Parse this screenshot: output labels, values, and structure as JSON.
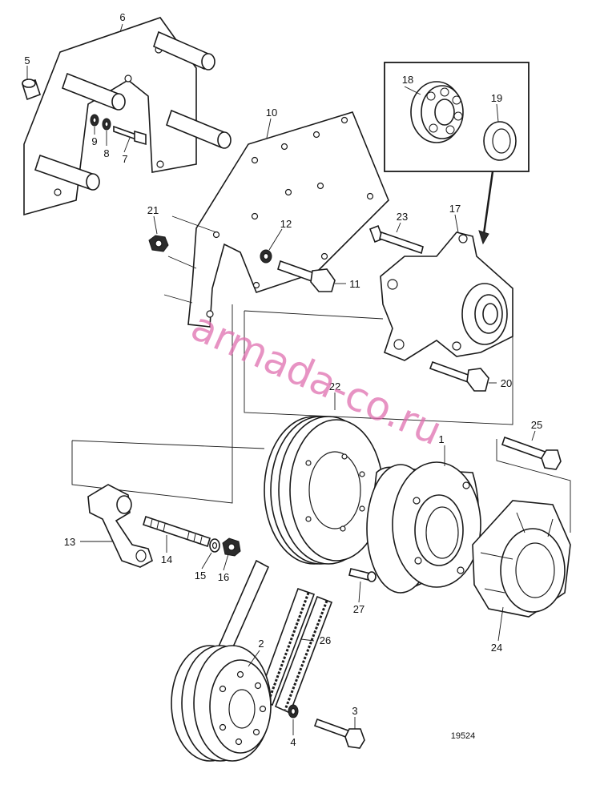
{
  "diagram": {
    "drawing_number": "19524",
    "watermark_text": "armada-co.ru",
    "callouts": [
      {
        "id": "1",
        "label": "1"
      },
      {
        "id": "2",
        "label": "2"
      },
      {
        "id": "3",
        "label": "3"
      },
      {
        "id": "4",
        "label": "4"
      },
      {
        "id": "5",
        "label": "5"
      },
      {
        "id": "6",
        "label": "6"
      },
      {
        "id": "7",
        "label": "7"
      },
      {
        "id": "8",
        "label": "8"
      },
      {
        "id": "9",
        "label": "9"
      },
      {
        "id": "10",
        "label": "10"
      },
      {
        "id": "11",
        "label": "11"
      },
      {
        "id": "12",
        "label": "12"
      },
      {
        "id": "13",
        "label": "13"
      },
      {
        "id": "14",
        "label": "14"
      },
      {
        "id": "15",
        "label": "15"
      },
      {
        "id": "16",
        "label": "16"
      },
      {
        "id": "17",
        "label": "17"
      },
      {
        "id": "18",
        "label": "18"
      },
      {
        "id": "19",
        "label": "19"
      },
      {
        "id": "20",
        "label": "20"
      },
      {
        "id": "21",
        "label": "21"
      },
      {
        "id": "22",
        "label": "22"
      },
      {
        "id": "23",
        "label": "23"
      },
      {
        "id": "24",
        "label": "24"
      },
      {
        "id": "25",
        "label": "25"
      },
      {
        "id": "26",
        "label": "26"
      },
      {
        "id": "27",
        "label": "27"
      }
    ],
    "colors": {
      "line": "#1a1a1a",
      "background": "#ffffff",
      "watermark": "#e070b0"
    }
  }
}
